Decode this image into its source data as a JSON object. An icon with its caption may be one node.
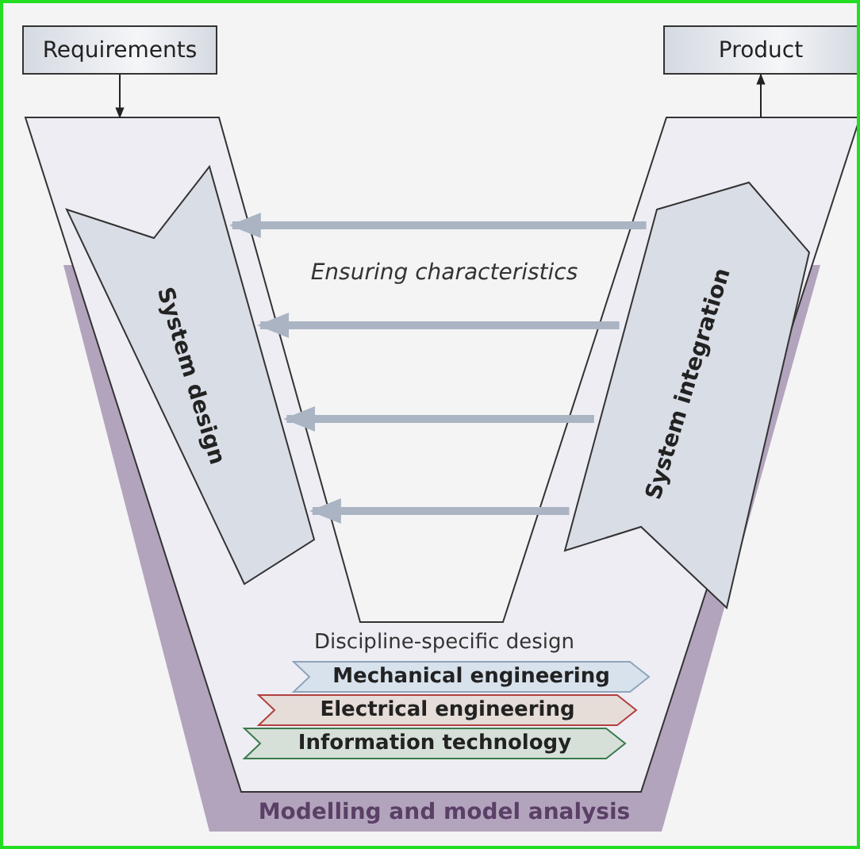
{
  "diagram": {
    "nodes": [
      {
        "text": [
          "Requirements"
        ]
      },
      {
        "text": [
          "Product"
        ]
      },
      {
        "text": [
          "Modelling and model analysis"
        ]
      },
      {
        "text": [
          "Discipline-specific design"
        ]
      },
      {
        "text": [
          "System design"
        ],
        "in": 3
      },
      {
        "text": [
          "System integration"
        ],
        "in": 3
      },
      {
        "text": [
          "Mechanical engineering"
        ],
        "in": 3
      },
      {
        "text": [
          "Electrical engineering"
        ],
        "in": 3
      },
      {
        "text": [
          "Information technology"
        ],
        "in": 3
      }
    ],
    "edges": [
      {
        "from": 0,
        "to": 3,
        "arrow": "to",
        "color": "#222222"
      },
      {
        "from": 3,
        "to": 1,
        "arrow": "to",
        "color": "#222222"
      },
      {
        "from": 5,
        "to": 4,
        "arrow": "to"
      },
      {
        "from": 5,
        "to": 4,
        "arrow": "to"
      },
      {
        "from": 5,
        "to": 4,
        "arrow": "to"
      },
      {
        "from": 5,
        "to": 4,
        "arrow": "to"
      }
    ],
    "labels": [
      "Ensuring characteristics"
    ]
  }
}
